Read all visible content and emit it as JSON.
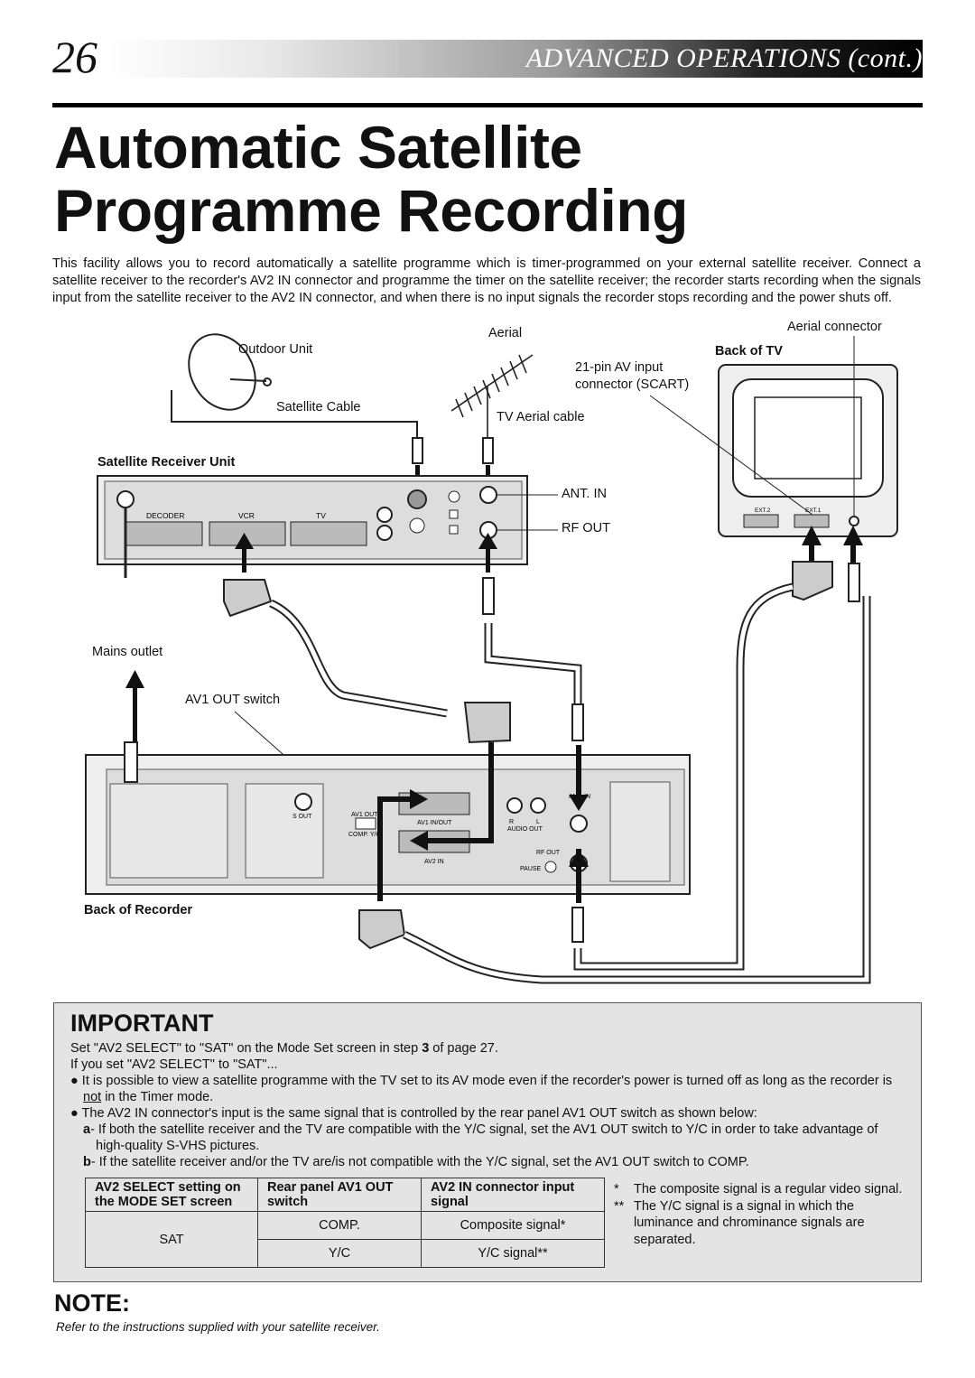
{
  "header": {
    "page_number": "26",
    "section": "ADVANCED OPERATIONS (cont.)"
  },
  "title_line1": "Automatic Satellite",
  "title_line2": "Programme Recording",
  "intro": "This facility allows you to record automatically a satellite programme which is timer-programmed on your external satellite receiver. Connect a satellite receiver to the recorder's AV2 IN connector and programme the timer on the satellite receiver; the recorder starts recording when the signals input from the satellite receiver to the AV2 IN connector, and when there is no input signals the recorder stops recording and the power shuts off.",
  "diagram": {
    "outdoor_unit": "Outdoor Unit",
    "satellite_cable": "Satellite Cable",
    "aerial": "Aerial",
    "aerial_connector": "Aerial connector",
    "back_of_tv": "Back of TV",
    "scart_line1": "21-pin AV input",
    "scart_line2": "connector (SCART)",
    "tv_aerial_cable": "TV Aerial cable",
    "satellite_receiver_unit": "Satellite Receiver Unit",
    "ant_in": "ANT. IN",
    "rf_out": "RF OUT",
    "mains_outlet": "Mains outlet",
    "av1_out_switch": "AV1 OUT switch",
    "back_of_recorder": "Back of Recorder",
    "rx_decoder": "DECODER",
    "rx_vcr": "VCR",
    "rx_tv": "TV",
    "tv_ext2": "EXT.2",
    "tv_ext1": "EXT.1",
    "rec_s_out": "S OUT",
    "rec_av1": "AV1 OUT",
    "rec_comp": "COMP. Y/C",
    "rec_av1_inout": "AV1 IN/OUT",
    "rec_av2_in": "AV2 IN",
    "rec_audio_out": "AUDIO OUT",
    "rec_audio_r": "R",
    "rec_audio_l": "L",
    "rec_ant_in": "ANT. IN",
    "rec_rf_out": "RF OUT",
    "rec_pause": "PAUSE"
  },
  "important": {
    "title": "IMPORTANT",
    "line1_a": "Set \"AV2 SELECT\" to \"SAT\" on the Mode Set screen in step ",
    "line1_b": "3",
    "line1_c": " of page 27.",
    "line2": "If you set \"AV2 SELECT\" to \"SAT\"...",
    "bullet1_a": "It is possible to view a satellite programme with the TV set to its AV mode even if the recorder's power is turned off as long as the recorder is ",
    "bullet1_b": "not",
    "bullet1_c": " in the Timer mode.",
    "bullet2": "The AV2 IN connector's input is the same signal that is controlled by the rear panel AV1 OUT switch as shown below:",
    "a_label": "a",
    "a_text": "- If both the satellite receiver and the TV are compatible with the Y/C signal, set the AV1 OUT switch to Y/C in order to take advantage of high-quality S-VHS pictures.",
    "b_label": "b",
    "b_text": "- If the satellite receiver and/or the TV are/is not compatible with the Y/C signal, set the AV1 OUT switch to COMP.",
    "table": {
      "h1": "AV2 SELECT setting on the MODE SET screen",
      "h2": "Rear panel AV1 OUT switch",
      "h3": "AV2 IN connector input signal",
      "sat": "SAT",
      "r1c2": "COMP.",
      "r1c3": "Composite signal*",
      "r2c2": "Y/C",
      "r2c3": "Y/C signal**"
    },
    "fn1_mark": "*",
    "fn1": "The composite signal is a regular video signal.",
    "fn2_mark": "**",
    "fn2": "The Y/C signal is a signal in which the luminance and chrominance signals are separated."
  },
  "note": {
    "title": "NOTE:",
    "text": "Refer to the instructions supplied with your satellite receiver."
  }
}
